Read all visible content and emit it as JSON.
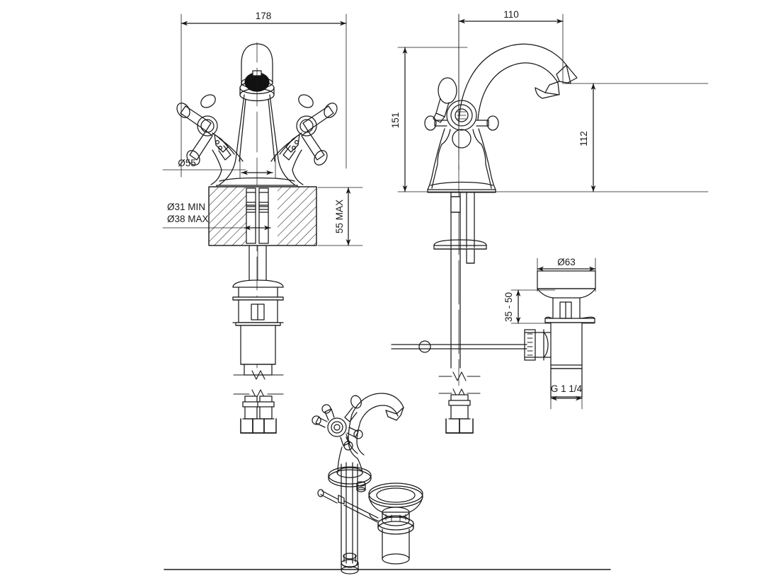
{
  "drawing": {
    "type": "technical-dimensioned-drawing",
    "subject": "single-hole basin mixer tap with cross handles and pop-up waste",
    "line_color": "#1a1a1a",
    "background_color": "#ffffff",
    "units": "mm"
  },
  "views": {
    "front_elevation": {
      "name": "front-elevation-view"
    },
    "side_elevation": {
      "name": "side-elevation-view"
    },
    "waste_detail": {
      "name": "waste-assembly-detail-view"
    },
    "isometric": {
      "name": "isometric-perspective-view"
    }
  },
  "dimensions": {
    "front_overall_width": "178",
    "front_spread_diameter": "Ø55",
    "mounting_hole_min": "Ø31 MIN",
    "mounting_hole_max": "Ø38 MAX",
    "deck_thickness_max": "55 MAX",
    "side_spout_reach": "110",
    "side_overall_height": "151",
    "side_spout_height": "112",
    "waste_flange_diameter": "Ø63",
    "waste_deck_range": "35 - 50",
    "waste_thread": "G 1 1/4"
  }
}
